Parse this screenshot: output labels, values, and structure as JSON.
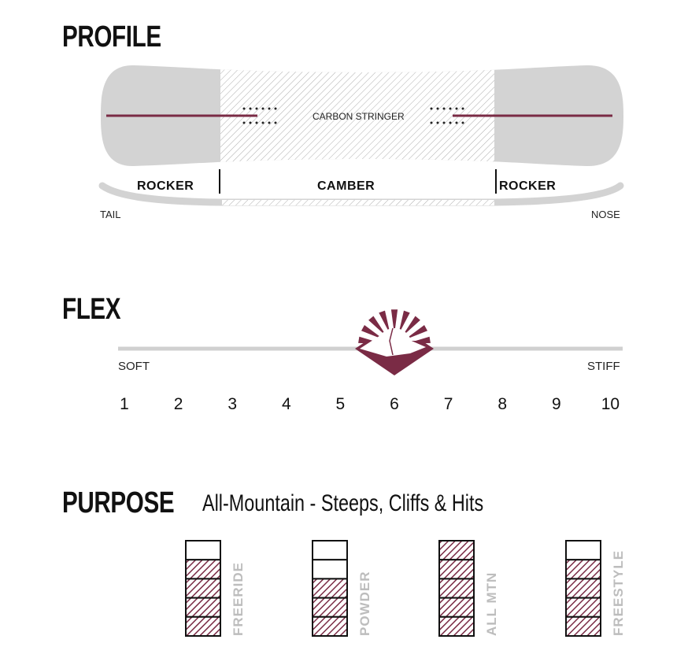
{
  "profile": {
    "heading": "PROFILE",
    "stringer_label": "CARBON STRINGER",
    "zones": [
      "ROCKER",
      "CAMBER",
      "ROCKER"
    ],
    "tail_label": "TAIL",
    "nose_label": "NOSE"
  },
  "flex": {
    "heading": "FLEX",
    "soft_label": "SOFT",
    "stiff_label": "STIFF",
    "scale": [
      "1",
      "2",
      "3",
      "4",
      "5",
      "6",
      "7",
      "8",
      "9",
      "10"
    ],
    "value": 6
  },
  "purpose": {
    "heading": "PURPOSE",
    "subtitle": "All-Mountain - Steeps, Cliffs & Hits",
    "max": 5,
    "categories": [
      {
        "label": "FREERIDE",
        "rating": 4
      },
      {
        "label": "POWDER",
        "rating": 3
      },
      {
        "label": "ALL MTN",
        "rating": 5
      },
      {
        "label": "FREESTYLE",
        "rating": 4
      }
    ]
  },
  "colors": {
    "accent": "#7a2b45",
    "board": "#d3d3d3",
    "label_gray": "#bdbdbd"
  }
}
